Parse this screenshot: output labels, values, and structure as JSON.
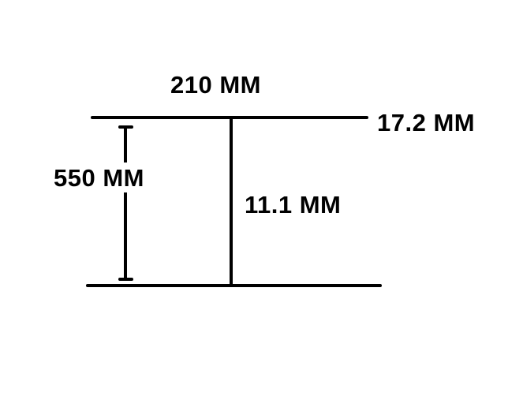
{
  "diagram": {
    "title": "",
    "colors": {
      "background": "#ffffff",
      "stroke": "#000000",
      "text": "#000000"
    },
    "labels": {
      "top_width": "210 MM",
      "top_thickness": "17.2 MM",
      "height": "550 MM",
      "web_thickness": "11.1 MM"
    },
    "elements": [
      {
        "id": "top-flange-line",
        "type": "line",
        "description": "upper horizontal line"
      },
      {
        "id": "bottom-flange-line",
        "type": "line",
        "description": "lower horizontal line"
      },
      {
        "id": "web-line",
        "type": "line",
        "description": "vertical center line"
      },
      {
        "id": "height-dimension",
        "type": "dimension-bracket",
        "description": "I-shaped dimension marker for height"
      }
    ]
  }
}
